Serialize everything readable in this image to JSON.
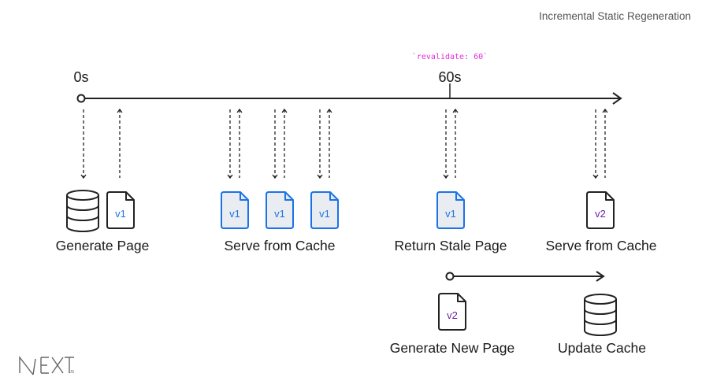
{
  "header": {
    "title": "Incremental Static Regeneration"
  },
  "timeline": {
    "start_label": "0s",
    "mark_label": "60s",
    "revalidate_note": "`revalidate: 60`"
  },
  "groups": [
    {
      "label": "Generate Page",
      "pages": [
        "v1"
      ]
    },
    {
      "label": "Serve from Cache",
      "pages": [
        "v1",
        "v1",
        "v1"
      ]
    },
    {
      "label": "Return Stale Page",
      "pages": [
        "v1"
      ]
    },
    {
      "label": "Serve from Cache",
      "pages": [
        "v2"
      ]
    }
  ],
  "regeneration": {
    "generate_label": "Generate New Page",
    "generate_version": "v2",
    "update_label": "Update Cache"
  },
  "logo": {
    "text": "NEXT.js"
  },
  "colors": {
    "line": "#222222",
    "accent_blue": "#1a73e8",
    "fill_blue": "#e9ecf1",
    "accent_purple": "#6b21a8",
    "revalidate_pink": "#e12fd9"
  },
  "icons": [
    "database-icon",
    "document-icon"
  ]
}
